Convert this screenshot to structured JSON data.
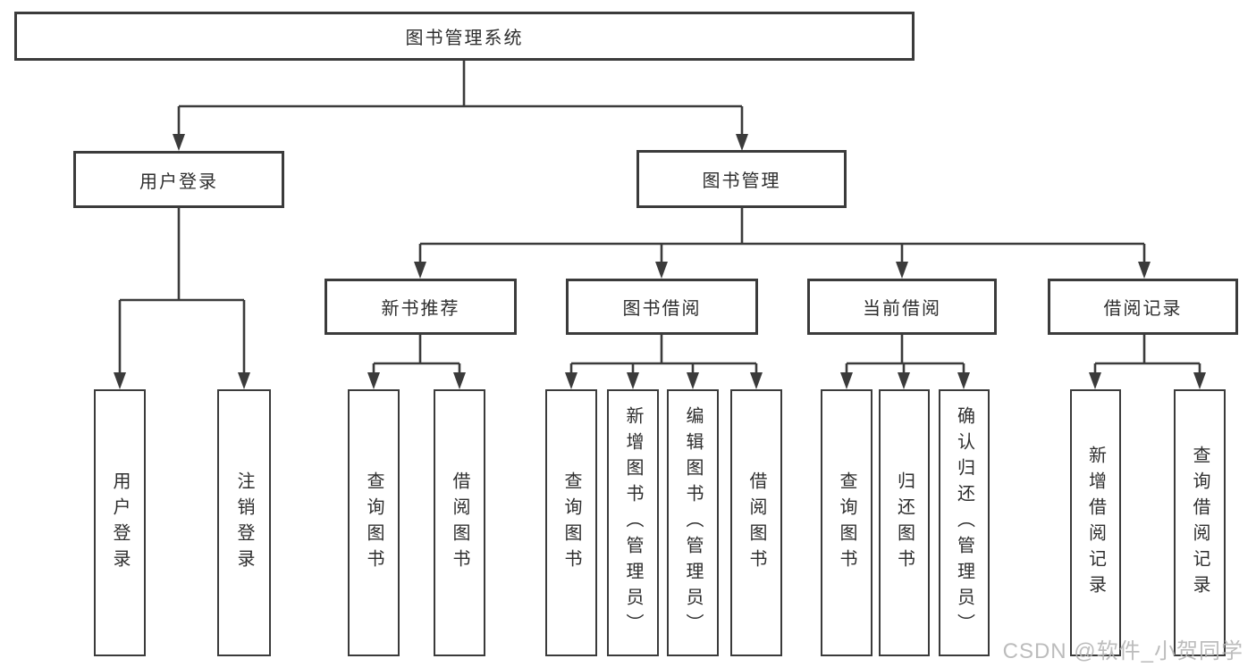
{
  "diagram": {
    "root": {
      "label": "图书管理系统"
    },
    "branches": [
      {
        "label": "用户登录",
        "children": [
          {
            "label": "用户登录"
          },
          {
            "label": "注销登录"
          }
        ]
      },
      {
        "label": "图书管理",
        "children": [
          {
            "label": "新书推荐",
            "children": [
              {
                "label": "查询图书"
              },
              {
                "label": "借阅图书"
              }
            ]
          },
          {
            "label": "图书借阅",
            "children": [
              {
                "label": "查询图书"
              },
              {
                "label": "新增图书（管理员）"
              },
              {
                "label": "编辑图书（管理员）"
              },
              {
                "label": "借阅图书"
              }
            ]
          },
          {
            "label": "当前借阅",
            "children": [
              {
                "label": "查询图书"
              },
              {
                "label": "归还图书"
              },
              {
                "label": "确认归还（管理员）"
              }
            ]
          },
          {
            "label": "借阅记录",
            "children": [
              {
                "label": "新增借阅记录"
              },
              {
                "label": "查询借阅记录"
              }
            ]
          }
        ]
      }
    ]
  },
  "watermark": {
    "text": "CSDN @软件_小贺同学"
  },
  "colors": {
    "line": "#3b3b3b",
    "text": "#2e2e2e",
    "background": "#ffffff",
    "watermark": "#b5b5b5"
  }
}
